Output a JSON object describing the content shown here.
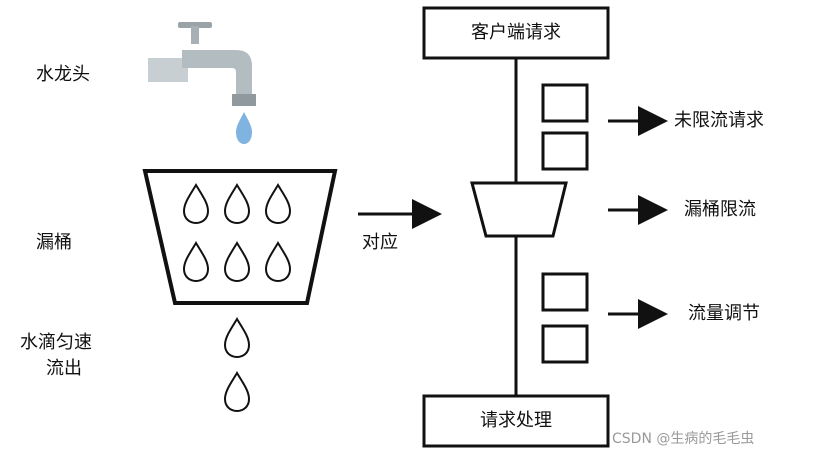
{
  "left": {
    "faucet_label": "水龙头",
    "bucket_label": "漏桶",
    "drip_label_line1": "水滴匀速",
    "drip_label_line2": "流出",
    "correspond_label": "对应"
  },
  "right": {
    "top_box": "客户端请求",
    "bottom_box": "请求处理",
    "annotations": [
      "未限流请求",
      "漏桶限流",
      "流量调节"
    ]
  },
  "watermark": "CSDN @生病的毛毛虫",
  "icons": [
    "faucet-icon",
    "water-drop-icon",
    "arrow-right-icon"
  ],
  "colors": {
    "stroke": "#111111",
    "faucet": "#9aa3a8",
    "water": "#7fb3e0"
  }
}
